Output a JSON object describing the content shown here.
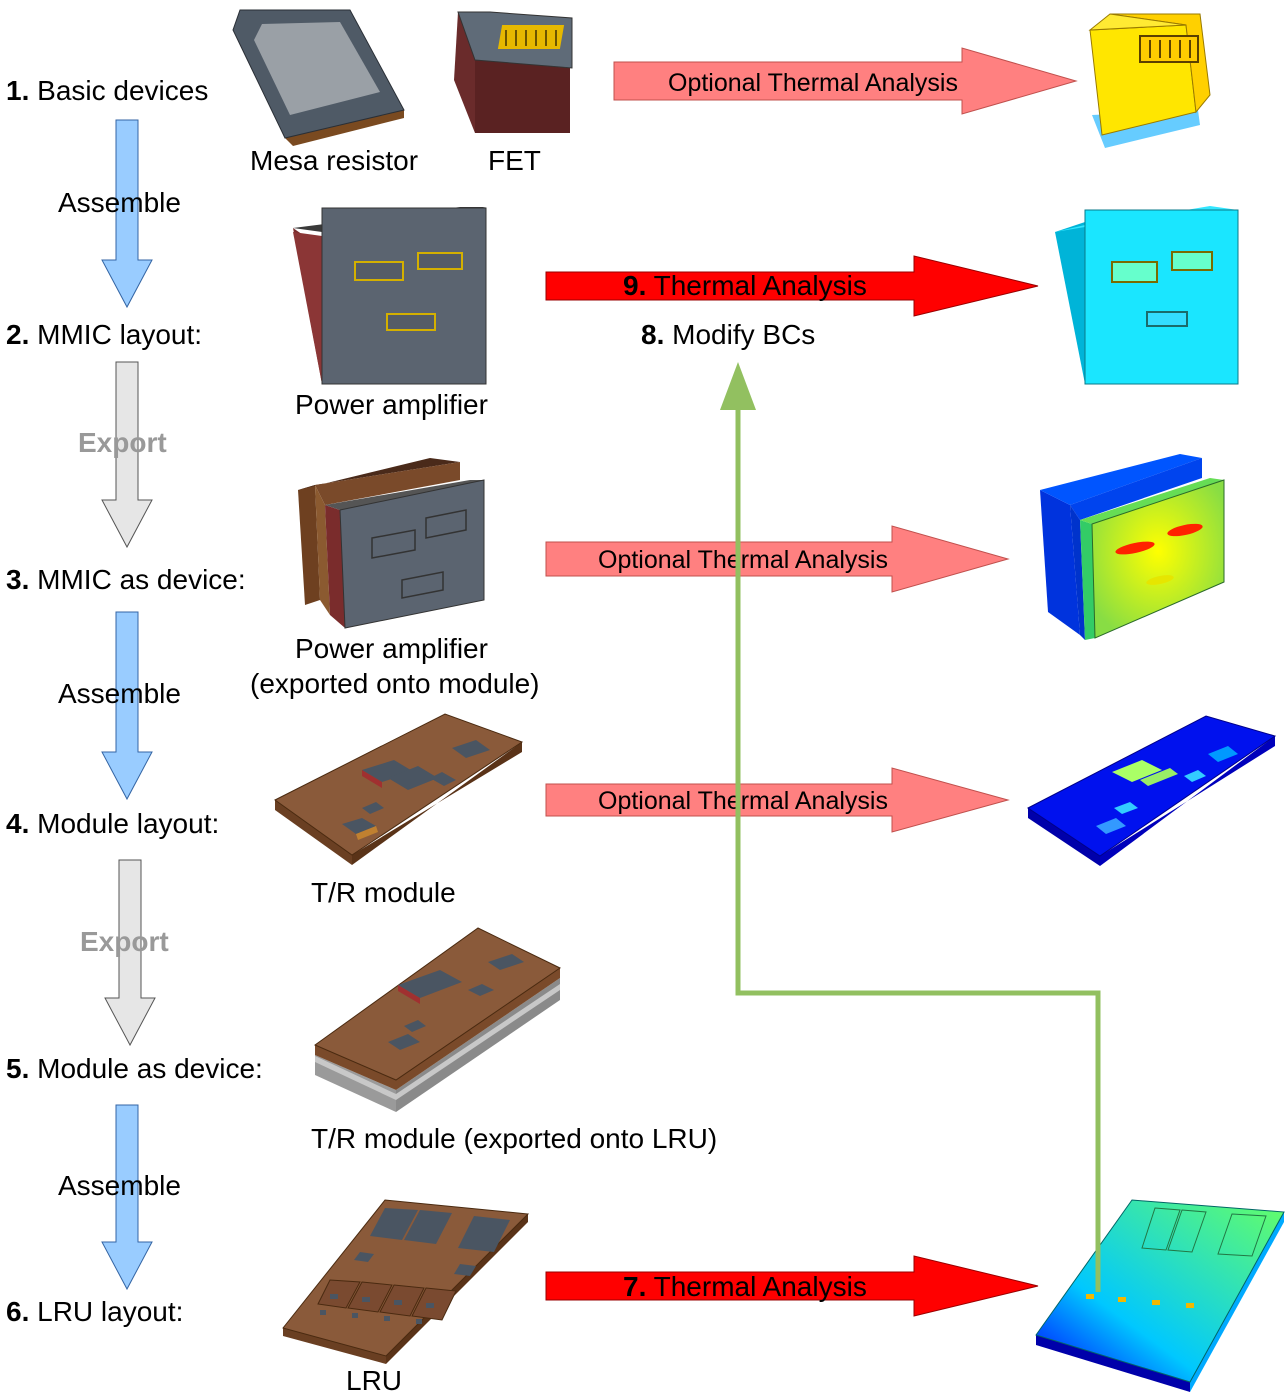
{
  "steps": [
    {
      "num": "1.",
      "label": " Basic devices"
    },
    {
      "num": "2.",
      "label": " MMIC layout:"
    },
    {
      "num": "3.",
      "label": " MMIC as device:"
    },
    {
      "num": "4.",
      "label": " Module layout:"
    },
    {
      "num": "5.",
      "label": " Module as device:"
    },
    {
      "num": "6.",
      "label": " LRU layout:"
    }
  ],
  "flow_labels": {
    "assemble": "Assemble",
    "export": "Export"
  },
  "captions": {
    "mesa_resistor": "Mesa resistor",
    "fet": "FET",
    "power_amplifier": "Power amplifier",
    "power_amplifier_exported_line1": "Power amplifier",
    "power_amplifier_exported_line2": "(exported onto module)",
    "tr_module": "T/R module",
    "tr_module_exported": "T/R module (exported onto LRU)",
    "lru": "LRU"
  },
  "analysis_arrows": {
    "optional": "Optional Thermal Analysis",
    "step9_num": "9.",
    "step9_label": " Thermal Analysis",
    "step7_num": "7.",
    "step7_label": " Thermal Analysis",
    "step8_num": "8.",
    "step8_label": " Modify BCs"
  },
  "colors": {
    "assemble_arrow": "#99ccff",
    "export_arrow": "#e6e6e6",
    "optional_arrow": "#ff8080",
    "thermal_arrow": "#ff0000",
    "feedback_line": "#92c060",
    "export_text": "#999999"
  }
}
